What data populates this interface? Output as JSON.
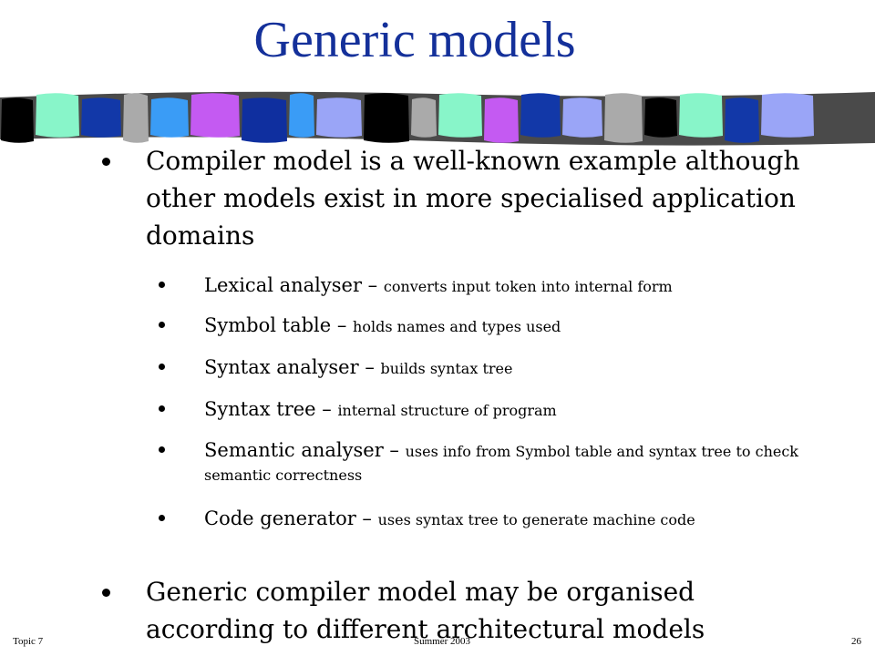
{
  "slide": {
    "title": "Generic models",
    "bullets": [
      {
        "text": "Compiler model is a well-known example although other models exist in more specialised application domains"
      },
      {
        "text": "Generic compiler model may be organised according to different architectural models"
      }
    ],
    "sub_bullets": [
      {
        "term": "Lexical analyser – ",
        "desc": "converts input token into internal form"
      },
      {
        "term": "Symbol table – ",
        "desc": "holds names and types used"
      },
      {
        "term": "Syntax analyser – ",
        "desc": "builds syntax tree"
      },
      {
        "term": "Syntax tree – ",
        "desc": "internal structure of program"
      },
      {
        "term": "Semantic analyser – ",
        "desc": "uses info from Symbol table and syntax tree to check semantic correctness"
      },
      {
        "term": "Code generator – ",
        "desc": "uses syntax tree to generate machine code"
      }
    ],
    "footer": {
      "left": "Topic 7",
      "center": "Summer 2003",
      "right": "26"
    },
    "band_colors": [
      "#000000",
      "#88f5c9",
      "#1238a8",
      "#aaaaaa",
      "#3a9cf6",
      "#c45af2",
      "#0f2f9f",
      "#3a9cf6",
      "#9aa5f7",
      "#000000",
      "#aaaaaa",
      "#88f5c9",
      "#c45af2",
      "#1238a8",
      "#9aa5f7",
      "#aaaaaa",
      "#000000",
      "#88f5c9",
      "#1238a8",
      "#9aa5f7"
    ]
  }
}
